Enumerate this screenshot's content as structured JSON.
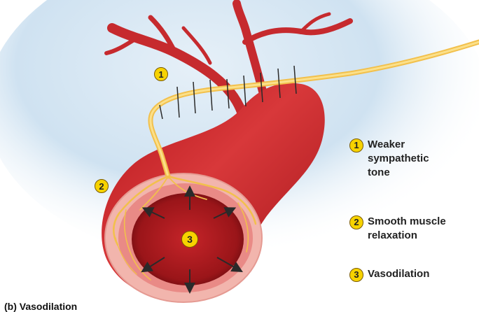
{
  "markers": {
    "m1": "1",
    "m2": "2",
    "m3": "3"
  },
  "legend": [
    {
      "num": "1",
      "text": "Weaker\nsympathetic\ntone"
    },
    {
      "num": "2",
      "text": "Smooth muscle\nrelaxation"
    },
    {
      "num": "3",
      "text": "Vasodilation"
    }
  ],
  "caption": "(b) Vasodilation",
  "colors": {
    "vessel": "#c8282c",
    "vessel_dark": "#8e1518",
    "vessel_wall": "#f2b5ad",
    "nerve": "#f2c04c",
    "badge": "#f7d300",
    "background_haze": "#cfe2f1"
  }
}
